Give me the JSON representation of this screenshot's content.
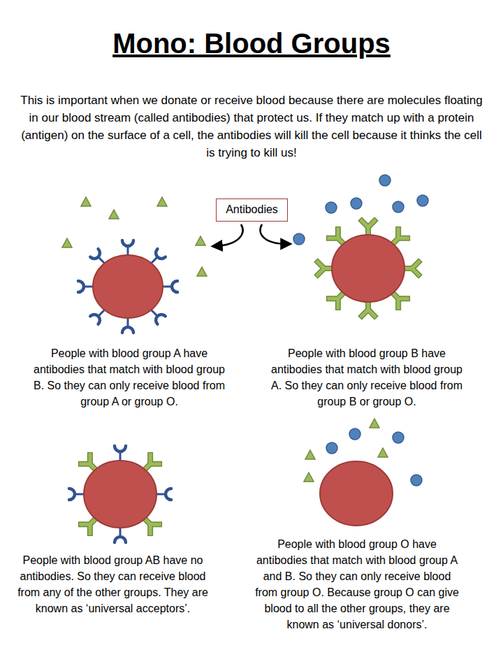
{
  "diagram": {
    "title": "Mono: Blood Groups",
    "nodes": [
      {
        "text": [
          "Antibodies"
        ]
      }
    ],
    "labels": [
      "This is important when we donate or receive blood because there are molecules floating in our blood stream (called antibodies) that protect us. If they match up with a protein (antigen) on the surface of a cell, the antibodies will kill the cell because it thinks the cell is trying to kill us!",
      "People with blood group A have antibodies that match with blood group B. So they can only receive blood from group A or group O.",
      "People with blood group B have antibodies that match with blood group A. So they can only receive blood from group B or group O.",
      "People with blood group AB have no antibodies. So they can receive blood from any of the other groups. They are known as ‘universal acceptors’.",
      "People with blood group O have antibodies that match with blood group A and B. So they can only receive blood from group O. Because group O can give blood to all the other groups, they are known as ‘universal donors’."
    ]
  }
}
